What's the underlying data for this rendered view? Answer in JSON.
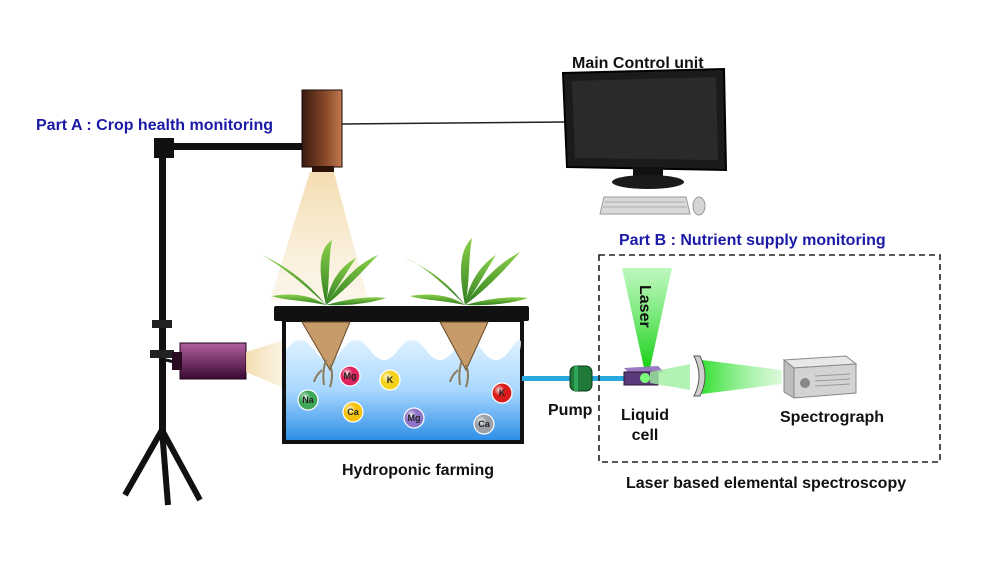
{
  "labels": {
    "part_a": "Part A : Crop health monitoring",
    "part_b": "Part B : Nutrient supply monitoring",
    "main_control": "Main Control unit",
    "laser": "Laser",
    "pump": "Pump",
    "liquid_cell_line1": "Liquid",
    "liquid_cell_line2": "cell",
    "spectrograph": "Spectrograph",
    "hydroponic": "Hydroponic farming",
    "libs": "Laser based elemental spectroscopy"
  },
  "ions": [
    {
      "symbol": "Mg",
      "color": "#e0245e"
    },
    {
      "symbol": "K",
      "color": "#f2d21a"
    },
    {
      "symbol": "Na",
      "color": "#3fa65a"
    },
    {
      "symbol": "Ca",
      "color": "#f4c20d"
    },
    {
      "symbol": "Mg",
      "color": "#8e74c9"
    },
    {
      "symbol": "Ca",
      "color": "#9aa0a6"
    },
    {
      "symbol": "K",
      "color": "#d81b1b"
    }
  ],
  "colors": {
    "part_label": "#1a1aa6",
    "laser": "#22dd22",
    "water": "#5ab0f0",
    "tube": "#29a8e0",
    "camera": "#8a4a2a",
    "hyperspectral_camera": "#7a2a6a"
  },
  "icons": [
    "monitor-icon",
    "keyboard-icon",
    "mouse-icon",
    "tripod-icon",
    "spectrograph-icon",
    "plant-icon"
  ]
}
